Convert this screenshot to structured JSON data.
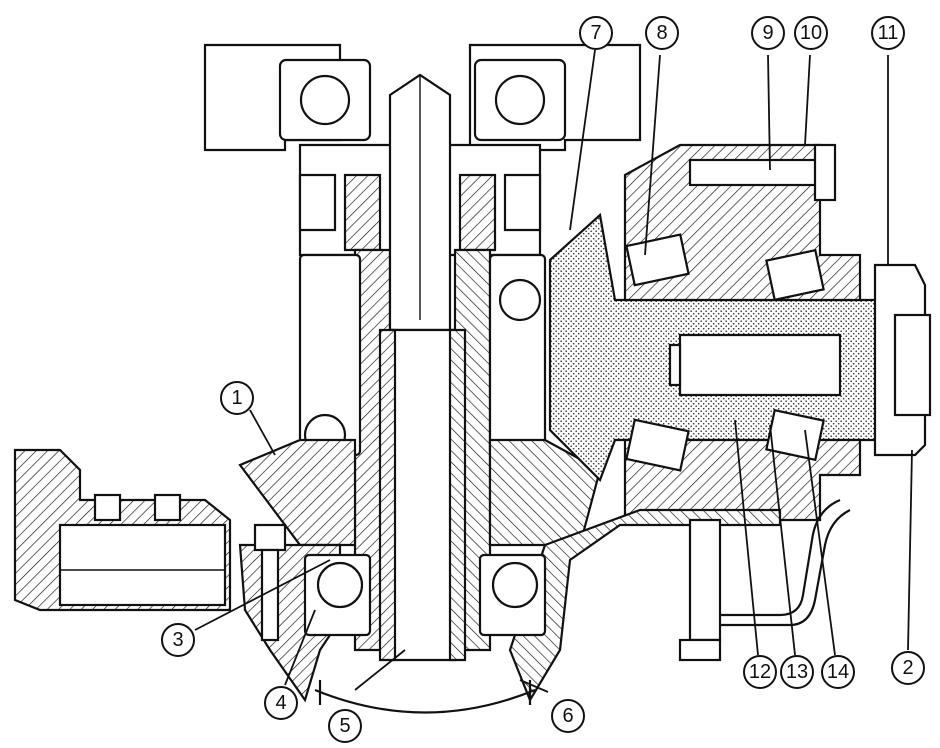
{
  "colors": {
    "ink": "#111111",
    "paper": "#ffffff",
    "hatch": "#111111",
    "stipple": "#333333"
  },
  "callouts": [
    {
      "id": "1",
      "label": "1"
    },
    {
      "id": "2",
      "label": "2"
    },
    {
      "id": "3",
      "label": "3"
    },
    {
      "id": "4",
      "label": "4"
    },
    {
      "id": "5",
      "label": "5"
    },
    {
      "id": "6",
      "label": "6"
    },
    {
      "id": "7",
      "label": "7"
    },
    {
      "id": "8",
      "label": "8"
    },
    {
      "id": "9",
      "label": "9"
    },
    {
      "id": "10",
      "label": "10"
    },
    {
      "id": "11",
      "label": "11"
    },
    {
      "id": "12",
      "label": "12"
    },
    {
      "id": "13",
      "label": "13"
    },
    {
      "id": "14",
      "label": "14"
    }
  ]
}
